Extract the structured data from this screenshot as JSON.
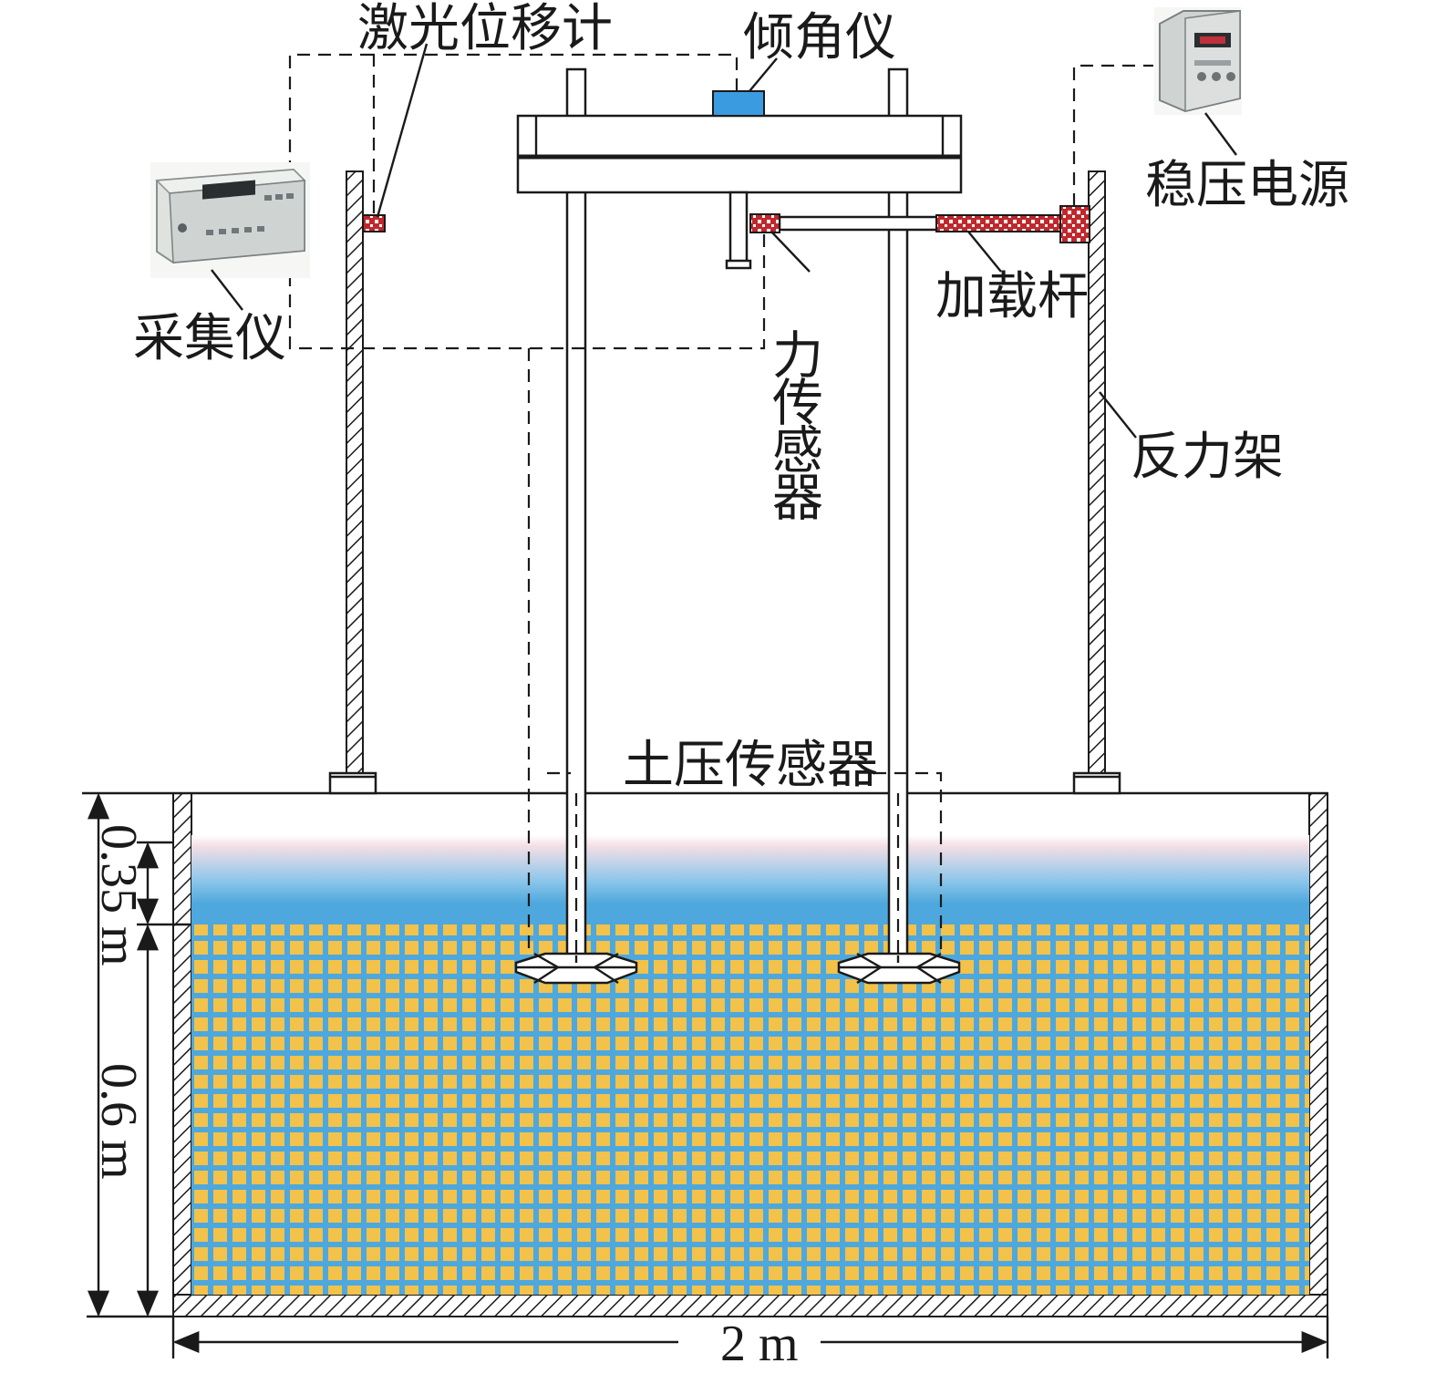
{
  "labels": {
    "laser_displacement_meter": "激光位移计",
    "inclinometer": "倾角仪",
    "regulated_power_supply": "稳压电源",
    "acquisition_instrument": "采集仪",
    "force_sensor": "力传感器",
    "loading_rod": "加载杆",
    "reaction_frame": "反力架",
    "earth_pressure_sensor": "土压传感器"
  },
  "dimensions": {
    "water_depth": "0.35 m",
    "soil_depth": "0.6 m",
    "tank_width": "2 m"
  },
  "colors": {
    "water": "#4ea8dd",
    "soil_fill": "#f2c24a",
    "soil_grid": "#4ea8dd",
    "inclinometer_body": "#3b9be0",
    "sensor_red": "#c0282c",
    "lines": "#1a1a1a"
  }
}
